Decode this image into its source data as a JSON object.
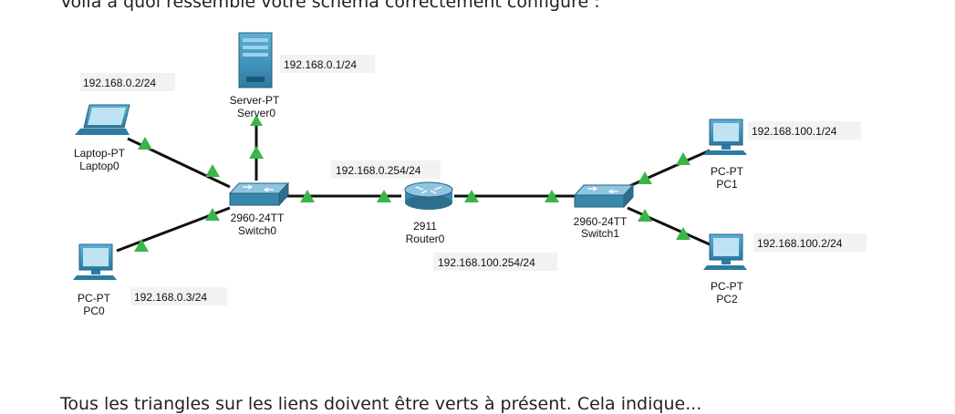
{
  "text": {
    "intro": "Voilà à quoi ressemble votre schéma correctement configuré :",
    "outro": "Tous les triangles sur les liens doivent être verts à présent. Cela indique..."
  },
  "devices": {
    "server0": {
      "model": "Server-PT",
      "name": "Server0",
      "ip": "192.168.0.1/24"
    },
    "laptop0": {
      "model": "Laptop-PT",
      "name": "Laptop0",
      "ip": "192.168.0.2/24"
    },
    "pc0": {
      "model": "PC-PT",
      "name": "PC0",
      "ip": "192.168.0.3/24"
    },
    "switch0": {
      "model": "2960-24TT",
      "name": "Switch0"
    },
    "router0": {
      "model": "2911",
      "name": "Router0",
      "ip_left": "192.168.0.254/24",
      "ip_right": "192.168.100.254/24"
    },
    "switch1": {
      "model": "2960-24TT",
      "name": "Switch1"
    },
    "pc1": {
      "model": "PC-PT",
      "name": "PC1",
      "ip": "192.168.100.1/24"
    },
    "pc2": {
      "model": "PC-PT",
      "name": "PC2",
      "ip": "192.168.100.2/24"
    }
  },
  "colors": {
    "link": "#111111",
    "link_status": "#39b54a",
    "device": "#3b8fb8",
    "ip_box": "#f2f2f2"
  }
}
